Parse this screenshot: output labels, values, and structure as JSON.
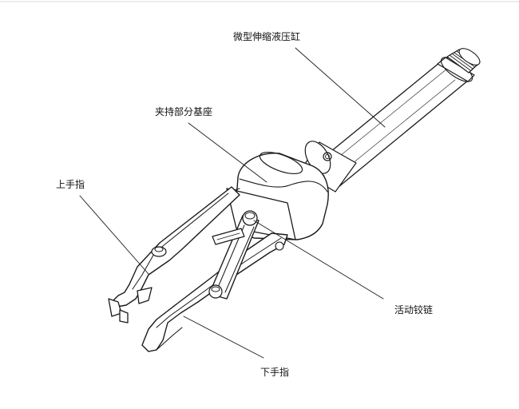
{
  "colors": {
    "background": "#ffffff",
    "ink": "#1a1a1a",
    "frame": "#d9d9d9"
  },
  "labels": {
    "micro_hydraulic_cylinder": "微型伸缩液压缸",
    "clamp_base": "夹持部分基座",
    "upper_finger": "上手指",
    "movable_hinge": "活动铰链",
    "lower_finger": "下手指"
  }
}
